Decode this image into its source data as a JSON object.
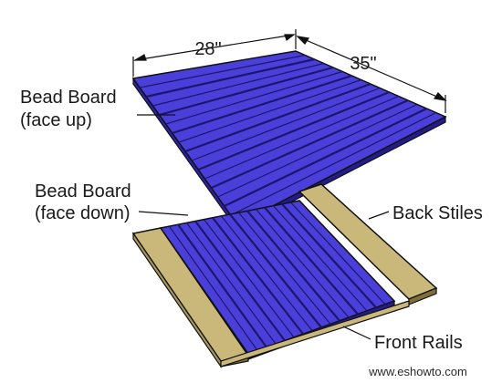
{
  "dimensions": {
    "width_label": "28\"",
    "depth_label": "35\""
  },
  "labels": {
    "top_board_line1": "Bead Board",
    "top_board_line2": "(face up)",
    "bottom_board_line1": "Bead Board",
    "bottom_board_line2": "(face down)",
    "back_stiles": "Back Stiles",
    "front_rails": "Front Rails"
  },
  "watermark": "www.eshowto.com",
  "colors": {
    "beadboard": "#4a3fd8",
    "beadboard_dark": "#1c1670",
    "beadboard_edge": "#2c23a6",
    "lumber": "#c9b87a",
    "lumber_dark": "#7d6e3a",
    "outline": "#111111"
  }
}
